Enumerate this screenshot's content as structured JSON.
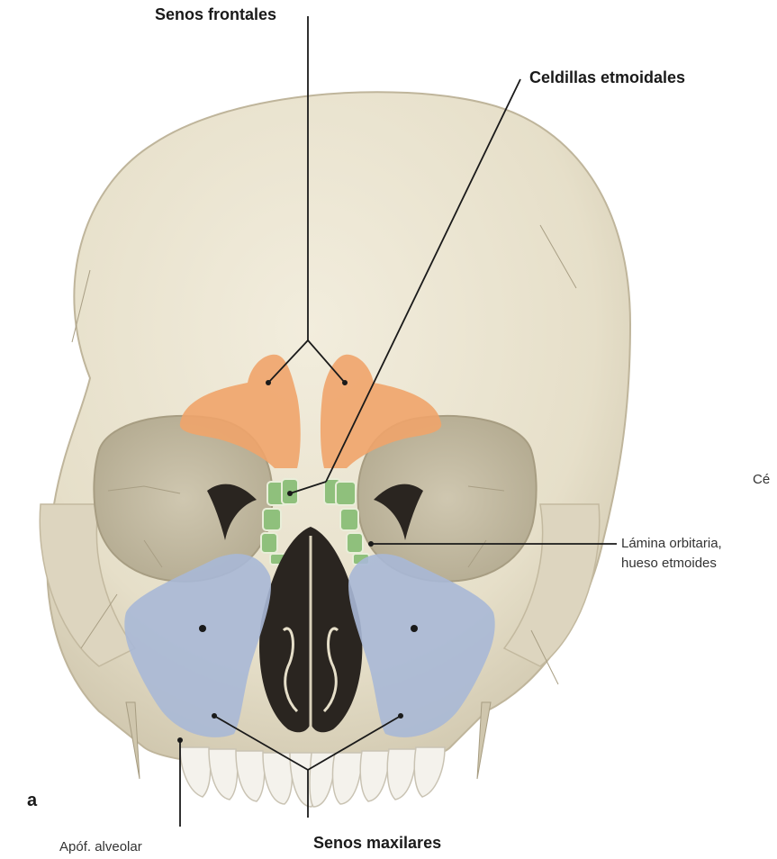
{
  "labels": {
    "frontal_sinuses": "Senos frontales",
    "ethmoid_cells": "Celdillas etmoidales",
    "orbital_lamina_line1": "Lámina orbitaria,",
    "orbital_lamina_line2": "hueso etmoides",
    "alveolar_process": "Apóf. alveolar",
    "maxillary_sinuses": "Senos maxilares",
    "panel_letter": "a",
    "cropped_right_text": "Cé"
  },
  "colors": {
    "bone": "#ebe5d3",
    "bone_shadow": "#cfc6ad",
    "frontal_sinus": "#f0a46a",
    "ethmoid_cells": "#8fc07c",
    "maxillary_sinus": "#a9b8d6",
    "nasal_cavity": "#2a2520",
    "leader_line": "#1a1a1a"
  }
}
